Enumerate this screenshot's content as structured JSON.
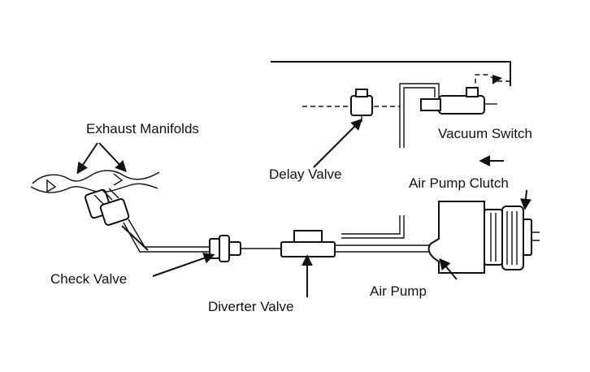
{
  "labels": {
    "exhaust_manifolds": "Exhaust Manifolds",
    "delay_valve": "Delay Valve",
    "vacuum_switch": "Vacuum Switch",
    "air_pump_clutch": "Air Pump Clutch",
    "check_valve": "Check Valve",
    "diverter_valve": "Diverter Valve",
    "air_pump": "Air Pump"
  }
}
